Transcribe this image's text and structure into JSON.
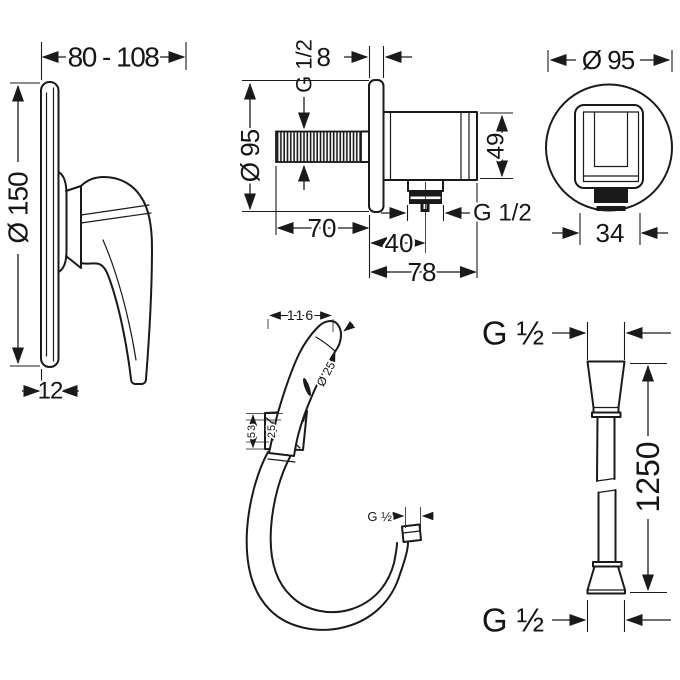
{
  "labels": {
    "mixer": {
      "width_range": "80 - 108",
      "diameter": "Ø 150",
      "plate_thickness": "12"
    },
    "outlet_side": {
      "inlet_thread": "G 1/2",
      "plate_thickness": "8",
      "plate_diameter": "Ø 95",
      "pipe_length": "70",
      "outlet_offset": "40",
      "depth": "78",
      "body_height": "49",
      "outlet_thread": "G 1/2"
    },
    "outlet_front": {
      "plate_diameter": "Ø 95",
      "bracket_width": "34"
    },
    "handshower": {
      "length": "116",
      "head_diameter": "Ø 25",
      "holder_height": "53",
      "holder_inner": "25",
      "thread": "G ½"
    },
    "hose": {
      "top_thread": "G ½",
      "length": "1250",
      "bottom_thread": "G ½"
    }
  },
  "colors": {
    "line": "#1a1a1a",
    "background": "#ffffff"
  }
}
